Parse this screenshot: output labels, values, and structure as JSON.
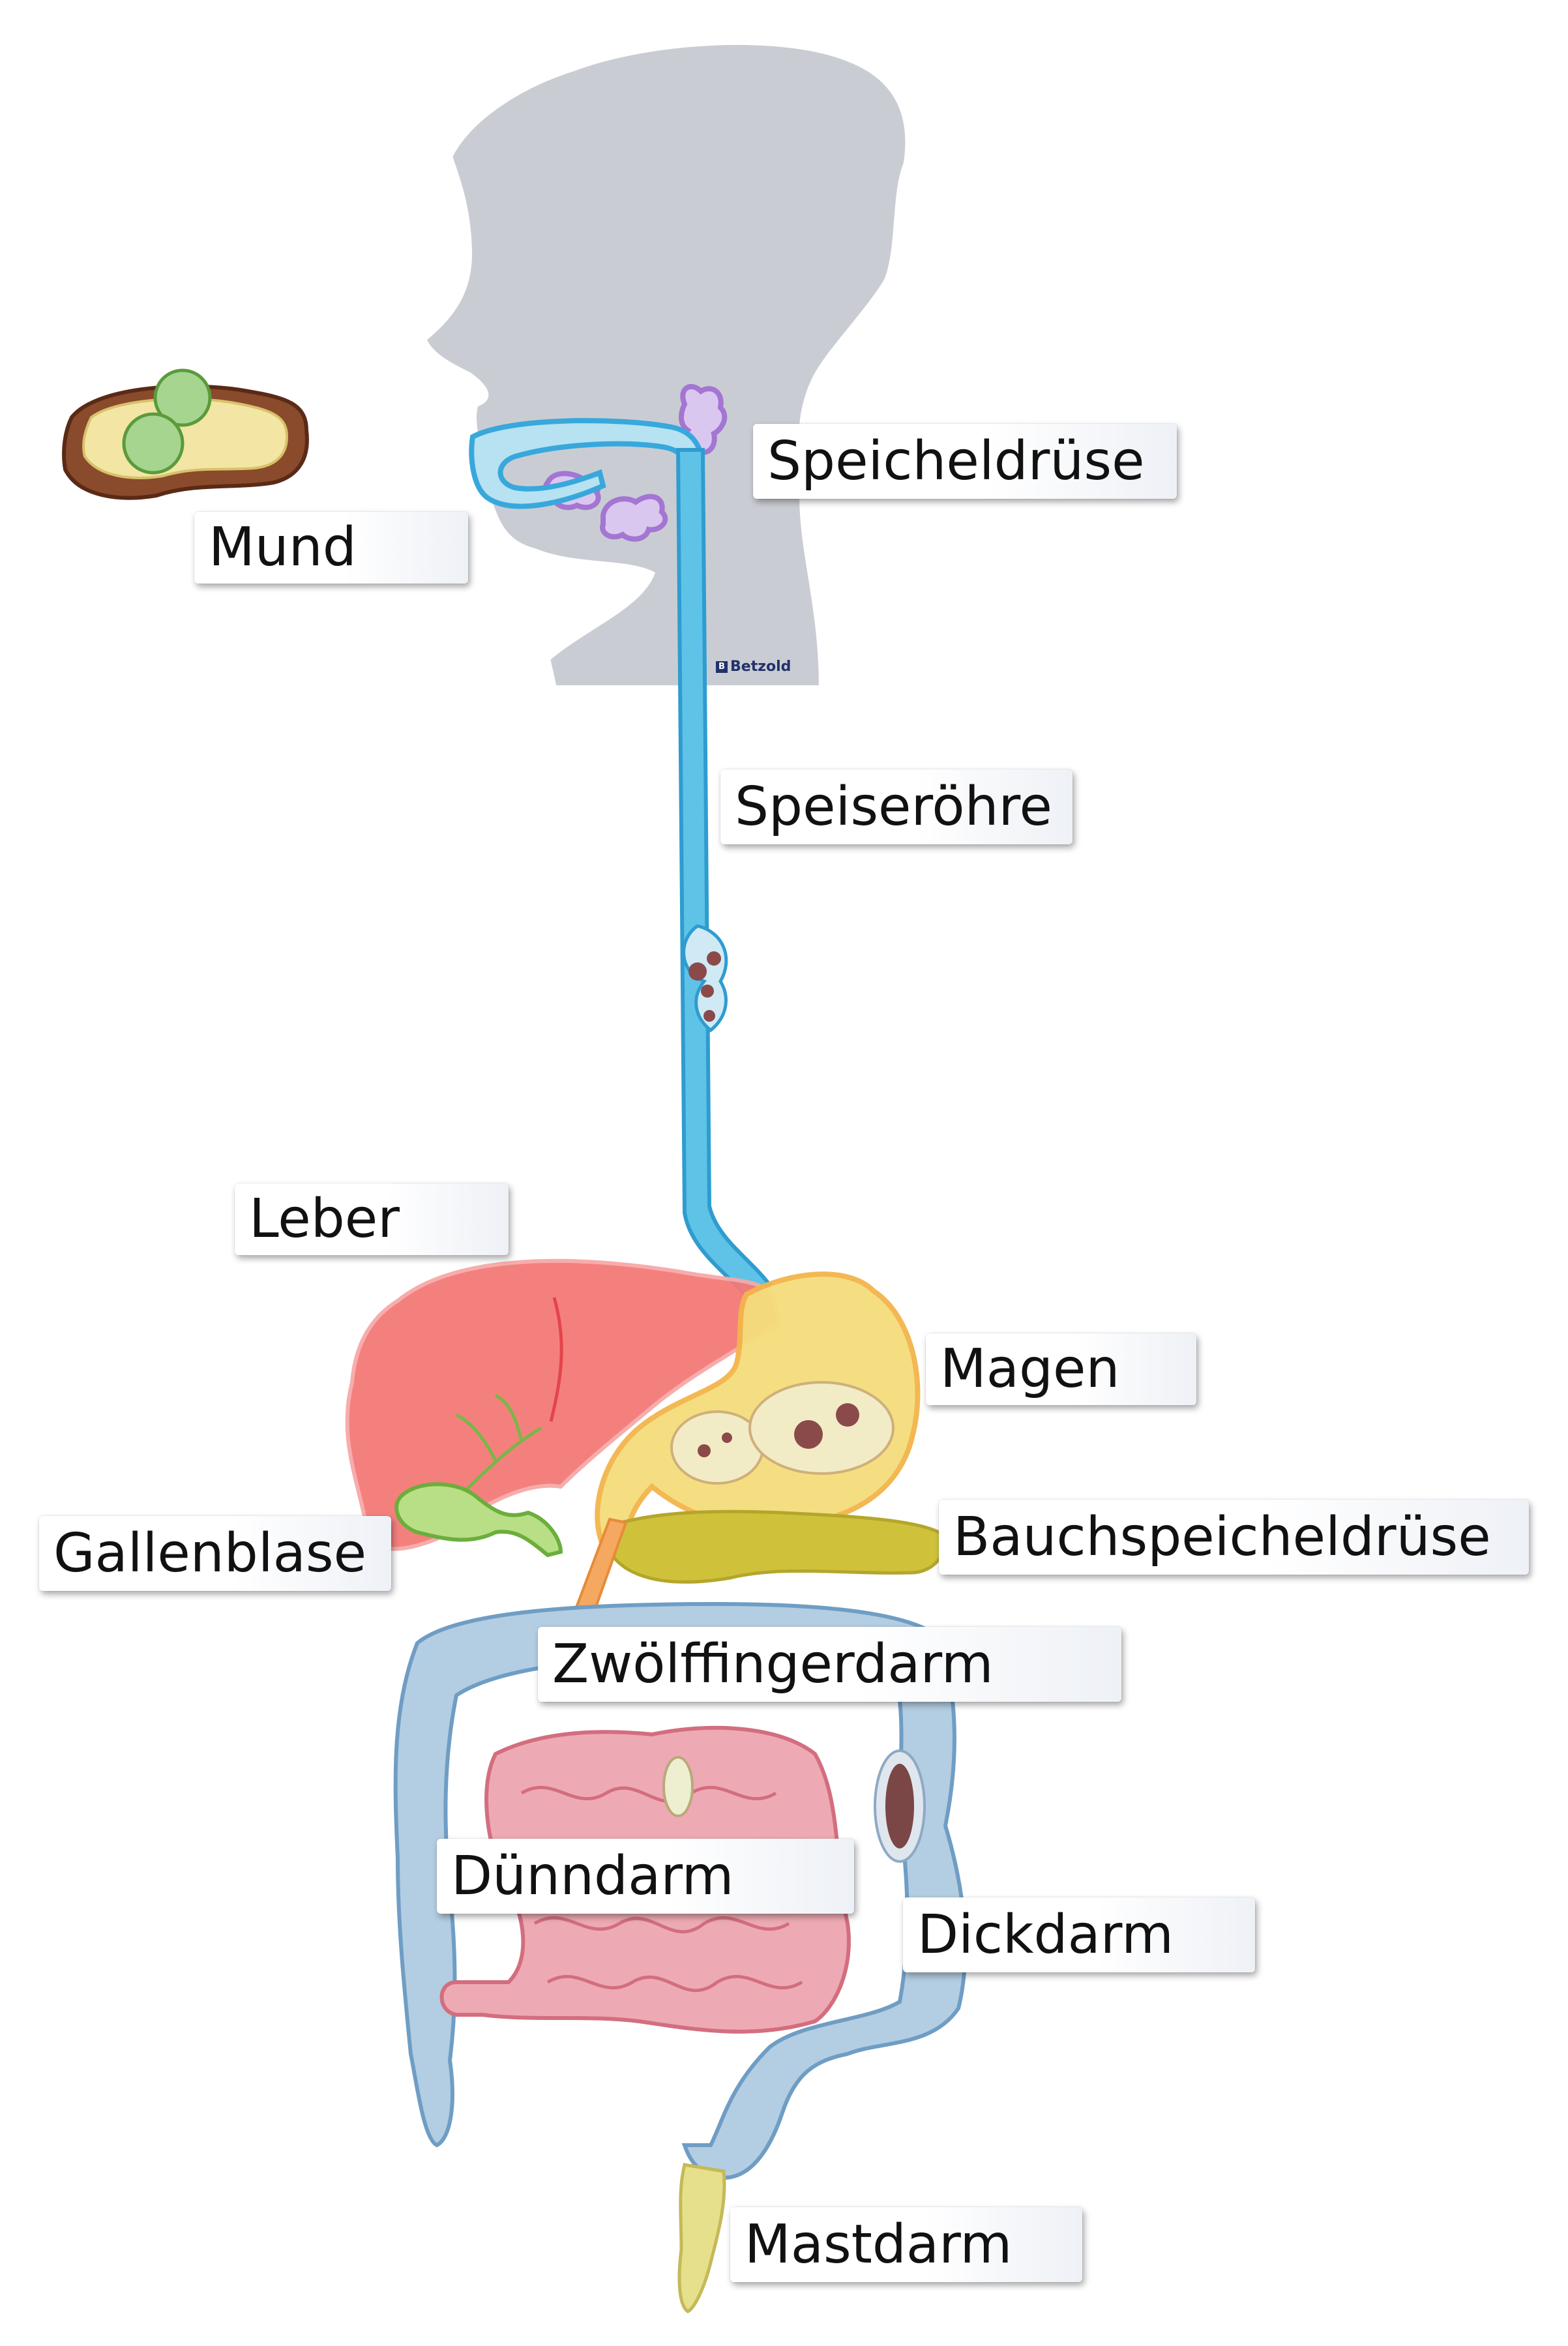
{
  "brand": {
    "name": "Betzold",
    "mark": "B"
  },
  "labels": {
    "mund": "Mund",
    "speicheldruese": "Speicheldrüse",
    "speiseroehre": "Speiseröhre",
    "leber": "Leber",
    "magen": "Magen",
    "gallenblase": "Gallenblase",
    "bauchspeicheldruese": "Bauchspeicheldrüse",
    "zwoelffingerdarm": "Zwölffingerdarm",
    "duenndarm": "Dünndarm",
    "dickdarm": "Dickdarm",
    "mastdarm": "Mastdarm"
  },
  "colors": {
    "head": "#c9cdd3",
    "esophagus": "#5ec3e6",
    "salivary": "#b08ad6",
    "liver": "#f47a78",
    "stomach": "#f5dd7c",
    "gallbladder": "#b8df86",
    "pancreas": "#cfc23a",
    "duodenum": "#f5a860",
    "small_intestine": "#eeaab4",
    "large_intestine": "#b3cde2",
    "rectum": "#e6e08c",
    "bread": "#8a4a2c",
    "cheese": "#f3e6a4",
    "cucumber": "#a6d590"
  }
}
